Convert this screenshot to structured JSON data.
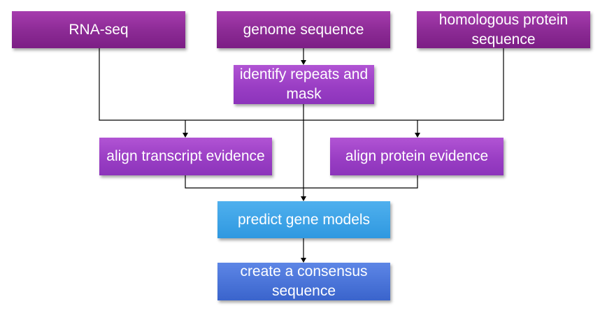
{
  "nodes": {
    "rnaseq": {
      "label": "RNA-seq"
    },
    "genome": {
      "label": "genome sequence"
    },
    "homolog": {
      "label": "homologous protein sequence"
    },
    "repeats": {
      "label": "identify repeats and mask"
    },
    "transcript": {
      "label": "align transcript evidence"
    },
    "protein": {
      "label": "align protein evidence"
    },
    "predict": {
      "label": "predict gene models"
    },
    "consensus": {
      "label": "create a consensus sequence"
    }
  },
  "edges": [
    {
      "from": "genome",
      "to": "repeats"
    },
    {
      "from": "rnaseq",
      "to": "transcript"
    },
    {
      "from": "homolog",
      "to": "transcript"
    },
    {
      "from": "rnaseq",
      "to": "protein"
    },
    {
      "from": "homolog",
      "to": "protein"
    },
    {
      "from": "repeats",
      "to": "predict"
    },
    {
      "from": "transcript",
      "to": "predict"
    },
    {
      "from": "protein",
      "to": "predict"
    },
    {
      "from": "predict",
      "to": "consensus"
    }
  ],
  "colors": {
    "top_boxes": "#8b2a94",
    "middle_boxes": "#9a3ec4",
    "predict_box": "#2f98e0",
    "consensus_box": "#3a64cc",
    "connector": "#000000",
    "text": "#ffffff"
  }
}
